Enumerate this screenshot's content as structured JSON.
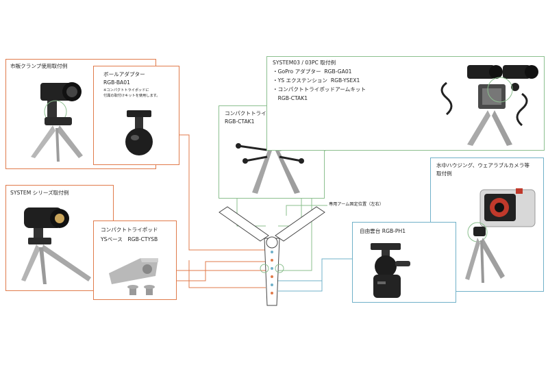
{
  "clamp_example": {
    "title": "市販クランプ使用取付例"
  },
  "ball_adapter": {
    "name": "ボールアダプター",
    "model": "RGB-BA01",
    "note_1": "※コンパクトトライポッドに",
    "note_2": "付属の取付けキットを使用します。"
  },
  "system_series": {
    "title": "SYSTEM シリーズ取付例"
  },
  "ys_base": {
    "name": "コンパクトトライポッド",
    "line2": "YSベース　RGB-CTYSB"
  },
  "arm_kit": {
    "name": "コンパクトトライポッドアームキット",
    "model": "RGB-CTAK1"
  },
  "system03": {
    "title": "SYSTEM03 / 03PC 取付例",
    "items": [
      "・GoPro アダプター  RGB-GA01",
      "・YS エクステンション  RGB-YSEX1",
      "・コンパクトトライポッドアームキット",
      "　RGB-CTAK1"
    ]
  },
  "arm_position": {
    "label": "専用アーム固定位置（左右）"
  },
  "housing": {
    "title_1": "水中ハウジング、ウェアラブルカメラ等",
    "title_2": "取付例"
  },
  "ball_head": {
    "name": "自由雲台 RGB-PH1"
  },
  "colors": {
    "orange": "#e07a4a",
    "green": "#8bbf8e",
    "blue": "#6fb0c8",
    "gray": "#bdbdbd"
  }
}
